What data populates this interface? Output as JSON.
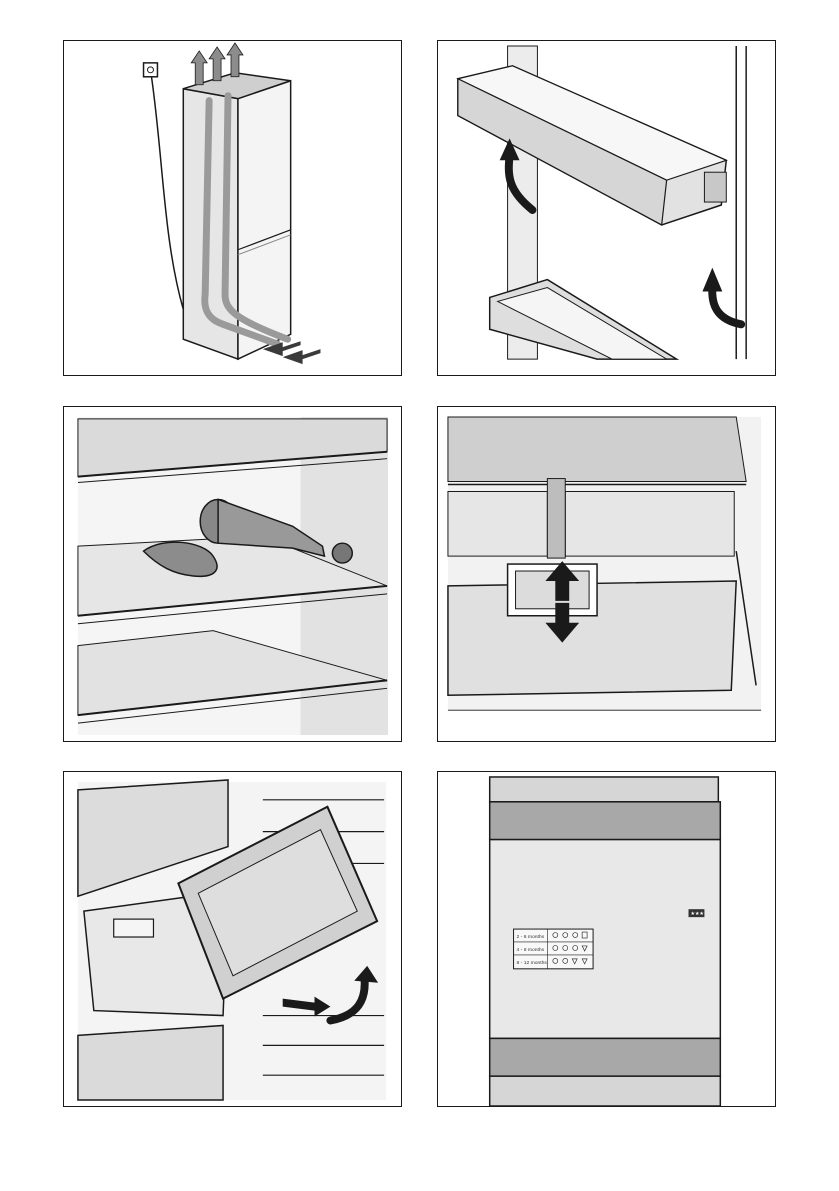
{
  "freezer_label": {
    "rows": [
      {
        "text": "2 - 6 months"
      },
      {
        "text": "4 - 8 months"
      },
      {
        "text": "8 - 12 months"
      }
    ]
  },
  "badge": {
    "text": "★★★"
  },
  "colors": {
    "outline": "#1a1a1a",
    "arrow_gray": "#8c8c8c",
    "arrow_dark": "#333333",
    "shelf_gray": "#d4d4d4",
    "panel_bg": "#e6e6e6"
  }
}
